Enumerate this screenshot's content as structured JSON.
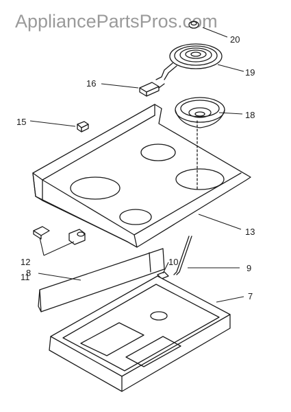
{
  "watermark": "AppliancePartsPros.com",
  "callouts": {
    "c20": "20",
    "c19": "19",
    "c18": "18",
    "c16": "16",
    "c15": "15",
    "c13": "13",
    "c12": "12",
    "c11": "11",
    "c10": "10",
    "c9": "9",
    "c8": "8",
    "c7": "7"
  }
}
